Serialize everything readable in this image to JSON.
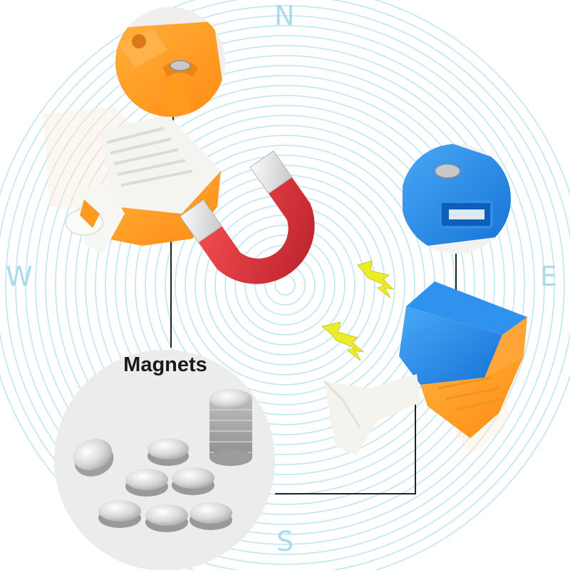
{
  "compass": {
    "north": "N",
    "west": "W",
    "east": "E",
    "south": "S"
  },
  "labels": {
    "magnets": "Magnets"
  },
  "colors": {
    "rings": "#bfe6f2",
    "orange_piece": "#ff9a1e",
    "blue_piece": "#1f8ef0",
    "magnet_red": "#e0353d",
    "spark": "#ecec2a",
    "leader_line": "#222222"
  },
  "icons": [
    "horseshoe-magnet-icon",
    "lightning-spark-icon"
  ]
}
